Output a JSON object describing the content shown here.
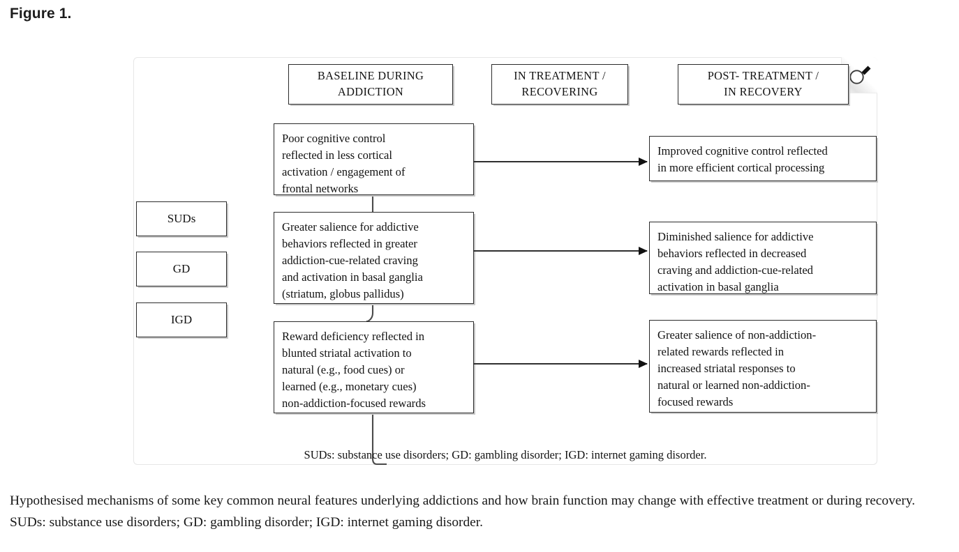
{
  "figure": {
    "title": "Figure 1.",
    "footnote": "SUDs: substance use disorders; GD: gambling disorder; IGD: internet gaming disorder.",
    "caption": "Hypothesised mechanisms of some key common neural features underlying addictions and how brain function may change with effective treatment or during recovery. SUDs: substance use disorders; GD: gambling disorder; IGD: internet gaming disorder.",
    "zoom_icon": "magnifier-icon"
  },
  "stages": [
    {
      "label": "BASELINE DURING\nADDICTION"
    },
    {
      "label": "IN TREATMENT /\nRECOVERING"
    },
    {
      "label": "POST- TREATMENT /\nIN RECOVERY"
    }
  ],
  "disorders": [
    {
      "label": "SUDs"
    },
    {
      "label": "GD"
    },
    {
      "label": "IGD"
    }
  ],
  "baseline_items": [
    {
      "label": "Poor cognitive control\nreflected in less cortical\nactivation / engagement of\nfrontal networks"
    },
    {
      "label": "Greater salience for addictive\nbehaviors reflected in greater\naddiction-cue-related craving\nand activation in basal ganglia\n(striatum, globus pallidus)"
    },
    {
      "label": "Reward deficiency reflected in\nblunted striatal activation to\nnatural (e.g., food cues) or\nlearned (e.g., monetary cues)\nnon-addiction-focused rewards"
    }
  ],
  "recovery_items": [
    {
      "label": "Improved cognitive control reflected\nin more efficient cortical processing"
    },
    {
      "label": "Diminished salience for addictive\nbehaviors reflected in decreased\ncraving and addiction-cue-related\nactivation in basal ganglia"
    },
    {
      "label": "Greater salience of non-addiction-\nrelated rewards reflected in\nincreased striatal responses to\nnatural or learned non-addiction-\nfocused rewards"
    }
  ],
  "colors": {
    "box_border": "#2b2b2b",
    "box_shadow": "#c9c9c9",
    "arrow": "#2f2f2f",
    "container_border": "#e6e6e6",
    "text": "#131313"
  }
}
